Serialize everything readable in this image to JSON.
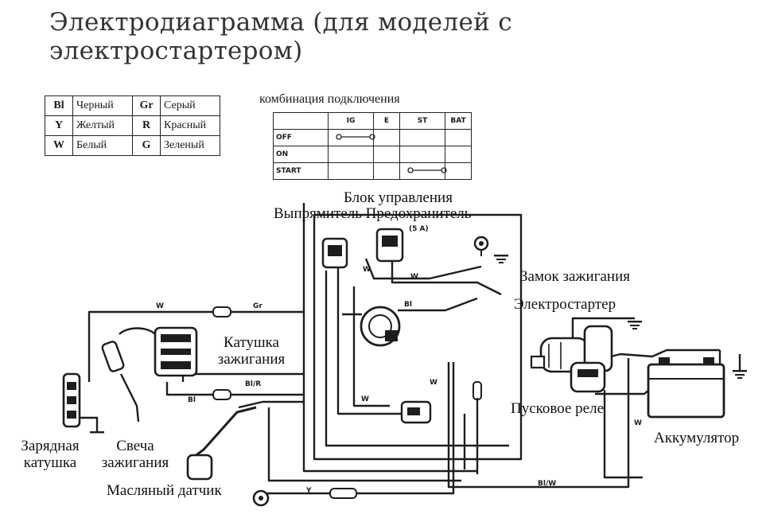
{
  "title": "Электродиаграмма (для моделей с электростартером)",
  "legend": [
    {
      "code": "Bl",
      "name": "Черный",
      "code2": "Gr",
      "name2": "Серый"
    },
    {
      "code": "Y",
      "name": "Желтый",
      "code2": "R",
      "name2": "Красный"
    },
    {
      "code": "W",
      "name": "Белый",
      "code2": "G",
      "name2": "Зеленый"
    }
  ],
  "combo": {
    "title": "комбинация подключения",
    "columns": [
      "IG",
      "E",
      "ST",
      "BAT"
    ],
    "rows": [
      "OFF",
      "ON",
      "START"
    ]
  },
  "labels": {
    "control_block": "Блок управления",
    "rectifier_fuse": "Выпрямитель Предохранитель",
    "ignition_lock": "Замок зажигания",
    "starter": "Электростартер",
    "ignition_coil": "Катушка зажигания",
    "start_relay": "Пусковое реле",
    "battery": "Аккумулятор",
    "charge_coil": "Зарядная катушка",
    "spark_plug": "Свеча зажигания",
    "oil_sensor": "Масляный датчик"
  },
  "wire_codes": {
    "w1": "W",
    "w2": "Gr",
    "w3": "W",
    "w4": "W",
    "w5": "Bl",
    "w6": "Bl",
    "w7": "Bl/R",
    "w8": "W",
    "w9": "W",
    "w10": "Y",
    "w11": "W",
    "w12": "Bl/W",
    "w13": "(5 A)"
  }
}
